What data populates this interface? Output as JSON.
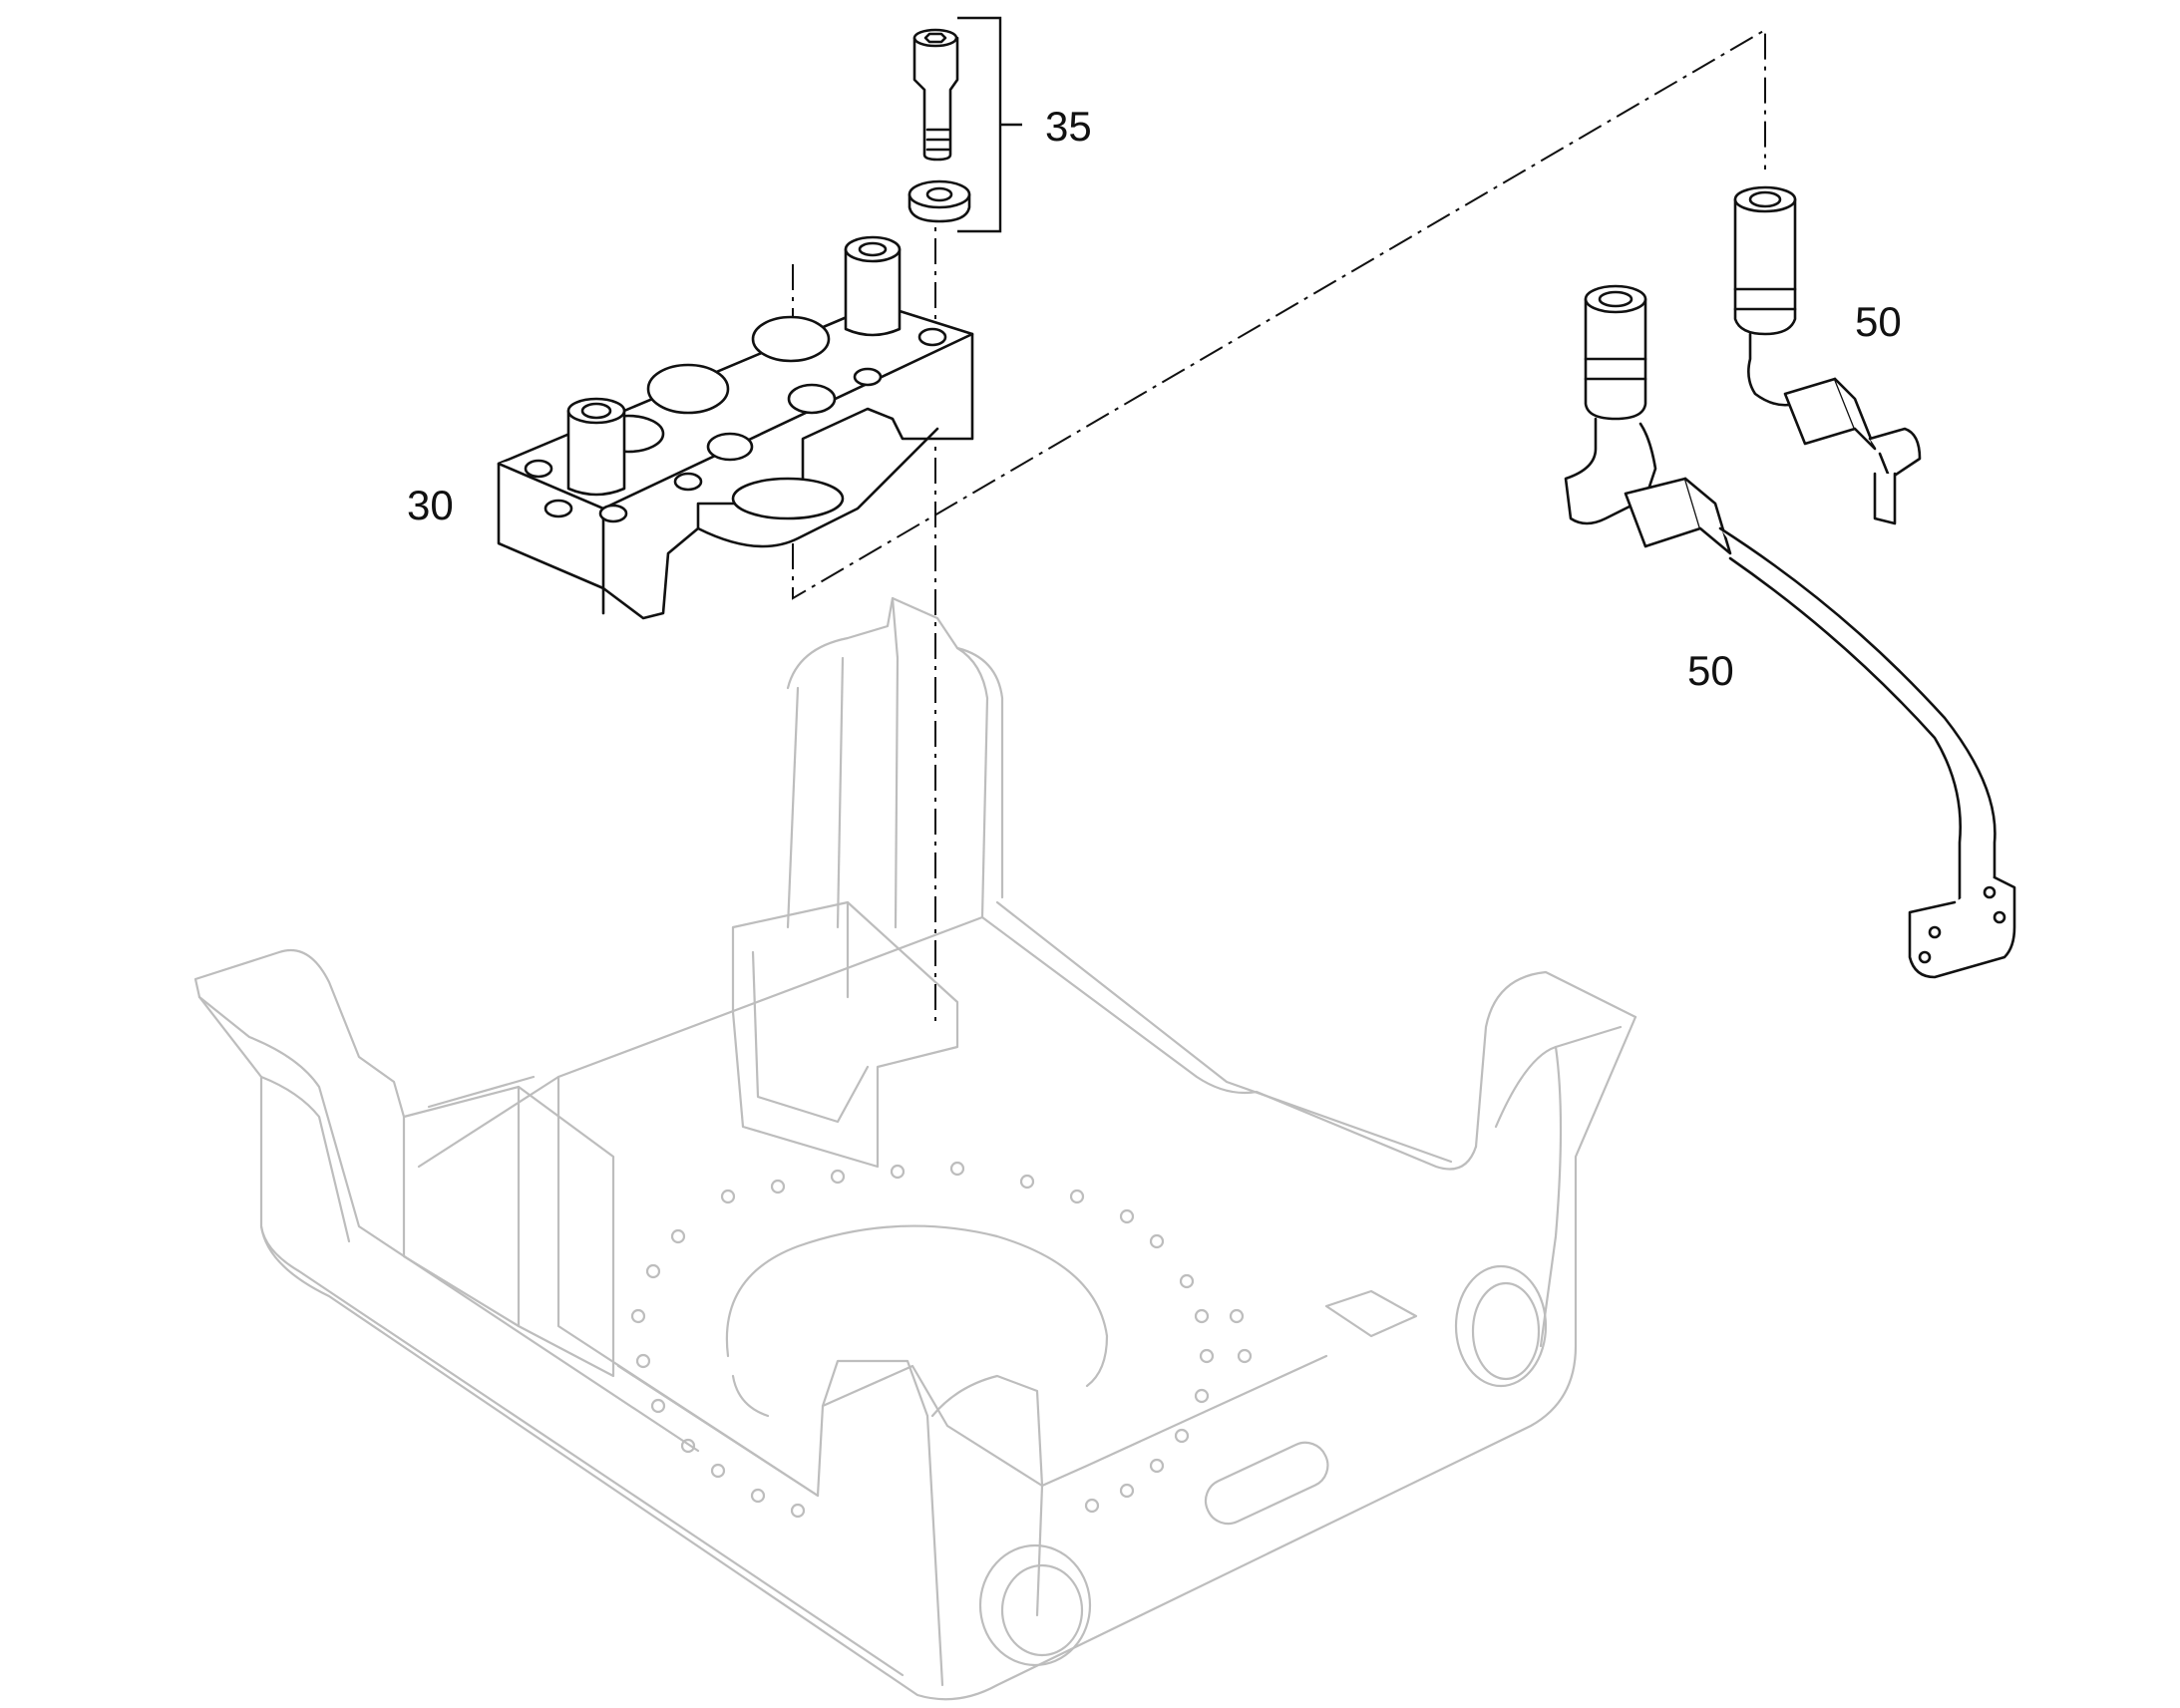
{
  "callouts": {
    "item_35": "35",
    "item_30": "30",
    "item_50_upper": "50",
    "item_50_lower": "50"
  },
  "colors": {
    "part_line": "#111111",
    "frame_line": "#bdbdbd",
    "background": "#ffffff"
  }
}
